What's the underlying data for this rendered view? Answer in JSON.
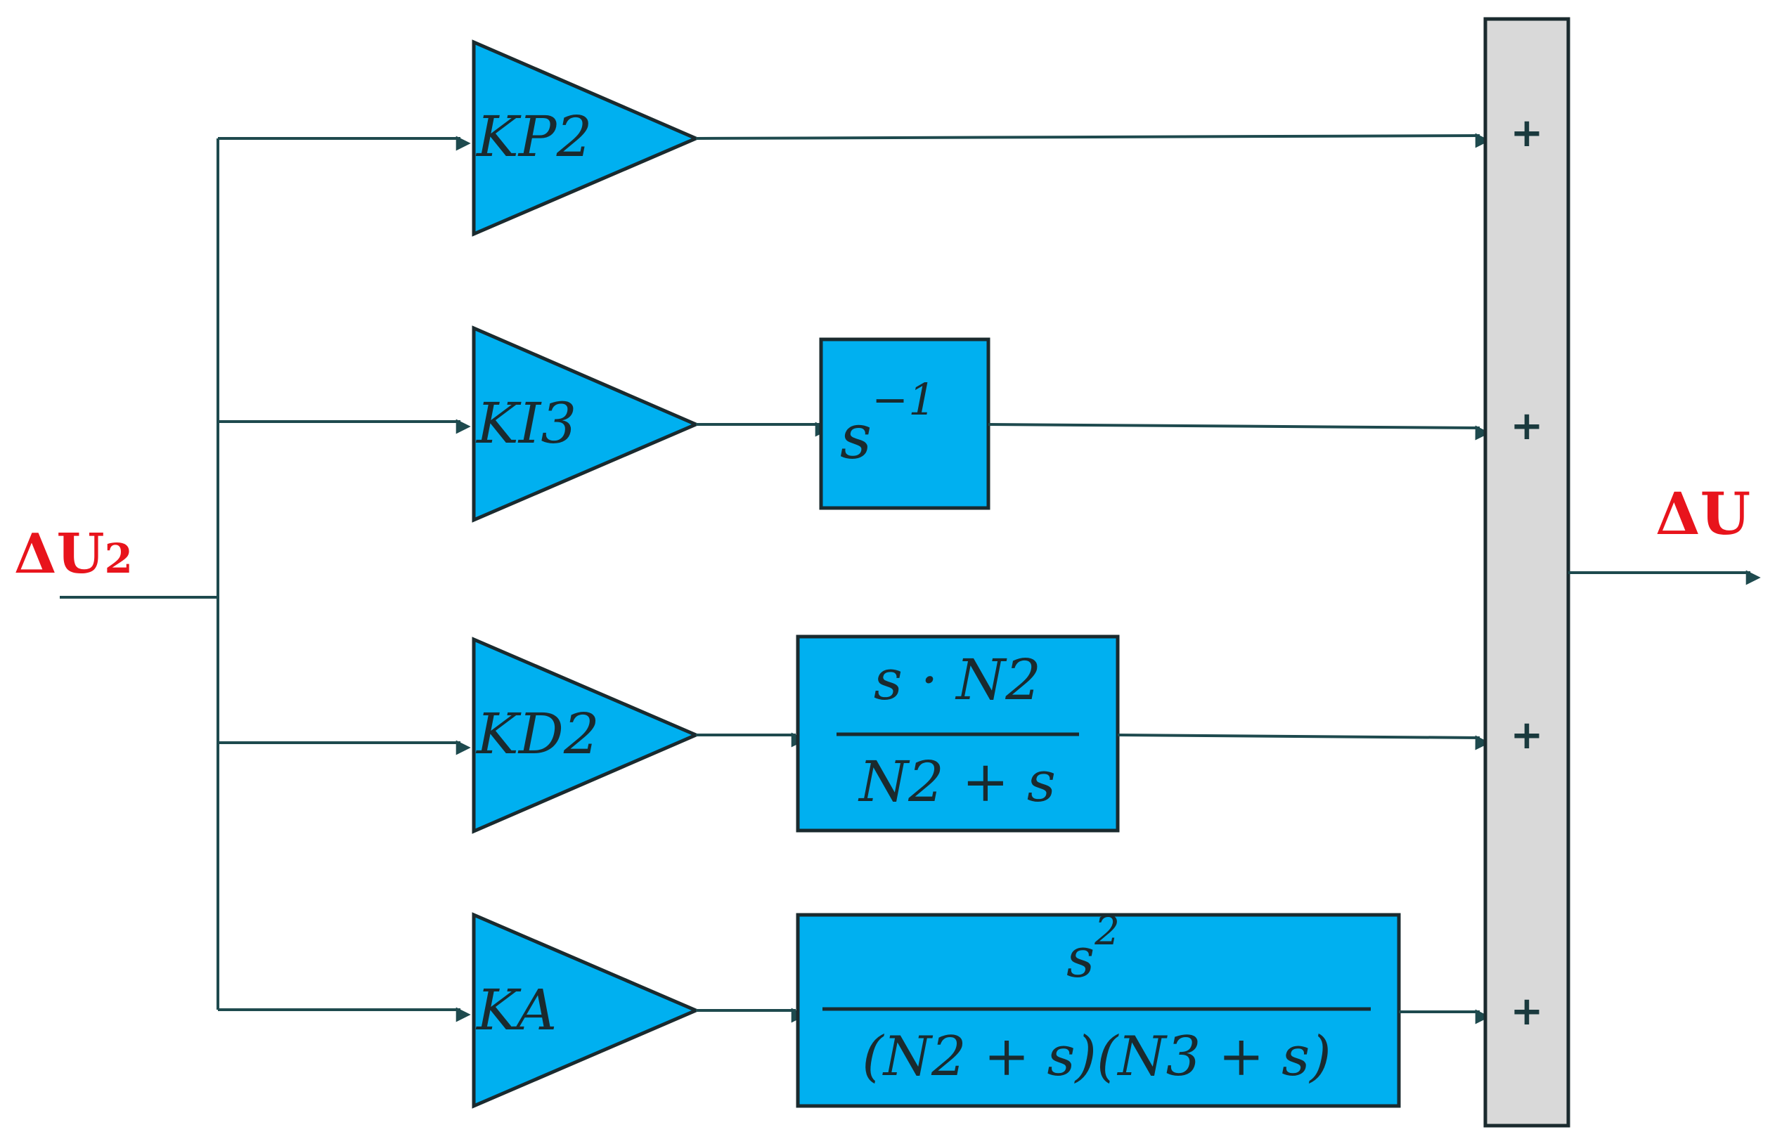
{
  "input_signal": {
    "main": "ΔU",
    "subscript": "2"
  },
  "output_signal": "ΔU",
  "gains": [
    "KP2",
    "KI3",
    "KD2",
    "KA"
  ],
  "integrator": {
    "base": "s",
    "exponent": "−1"
  },
  "derivative_filter": {
    "numerator": "s · N2",
    "denominator": "N2 + s"
  },
  "accel_filter": {
    "numerator_base": "s",
    "numerator_exponent": "2",
    "denominator": "(N2 + s)(N3 + s)"
  },
  "sum_signs": [
    "+",
    "+",
    "+",
    "+"
  ],
  "colors": {
    "block_fill": "#00b0f0",
    "sum_fill": "#d9d9d9",
    "signal_label": "#e8141c",
    "wire": "#1e4a4e"
  }
}
